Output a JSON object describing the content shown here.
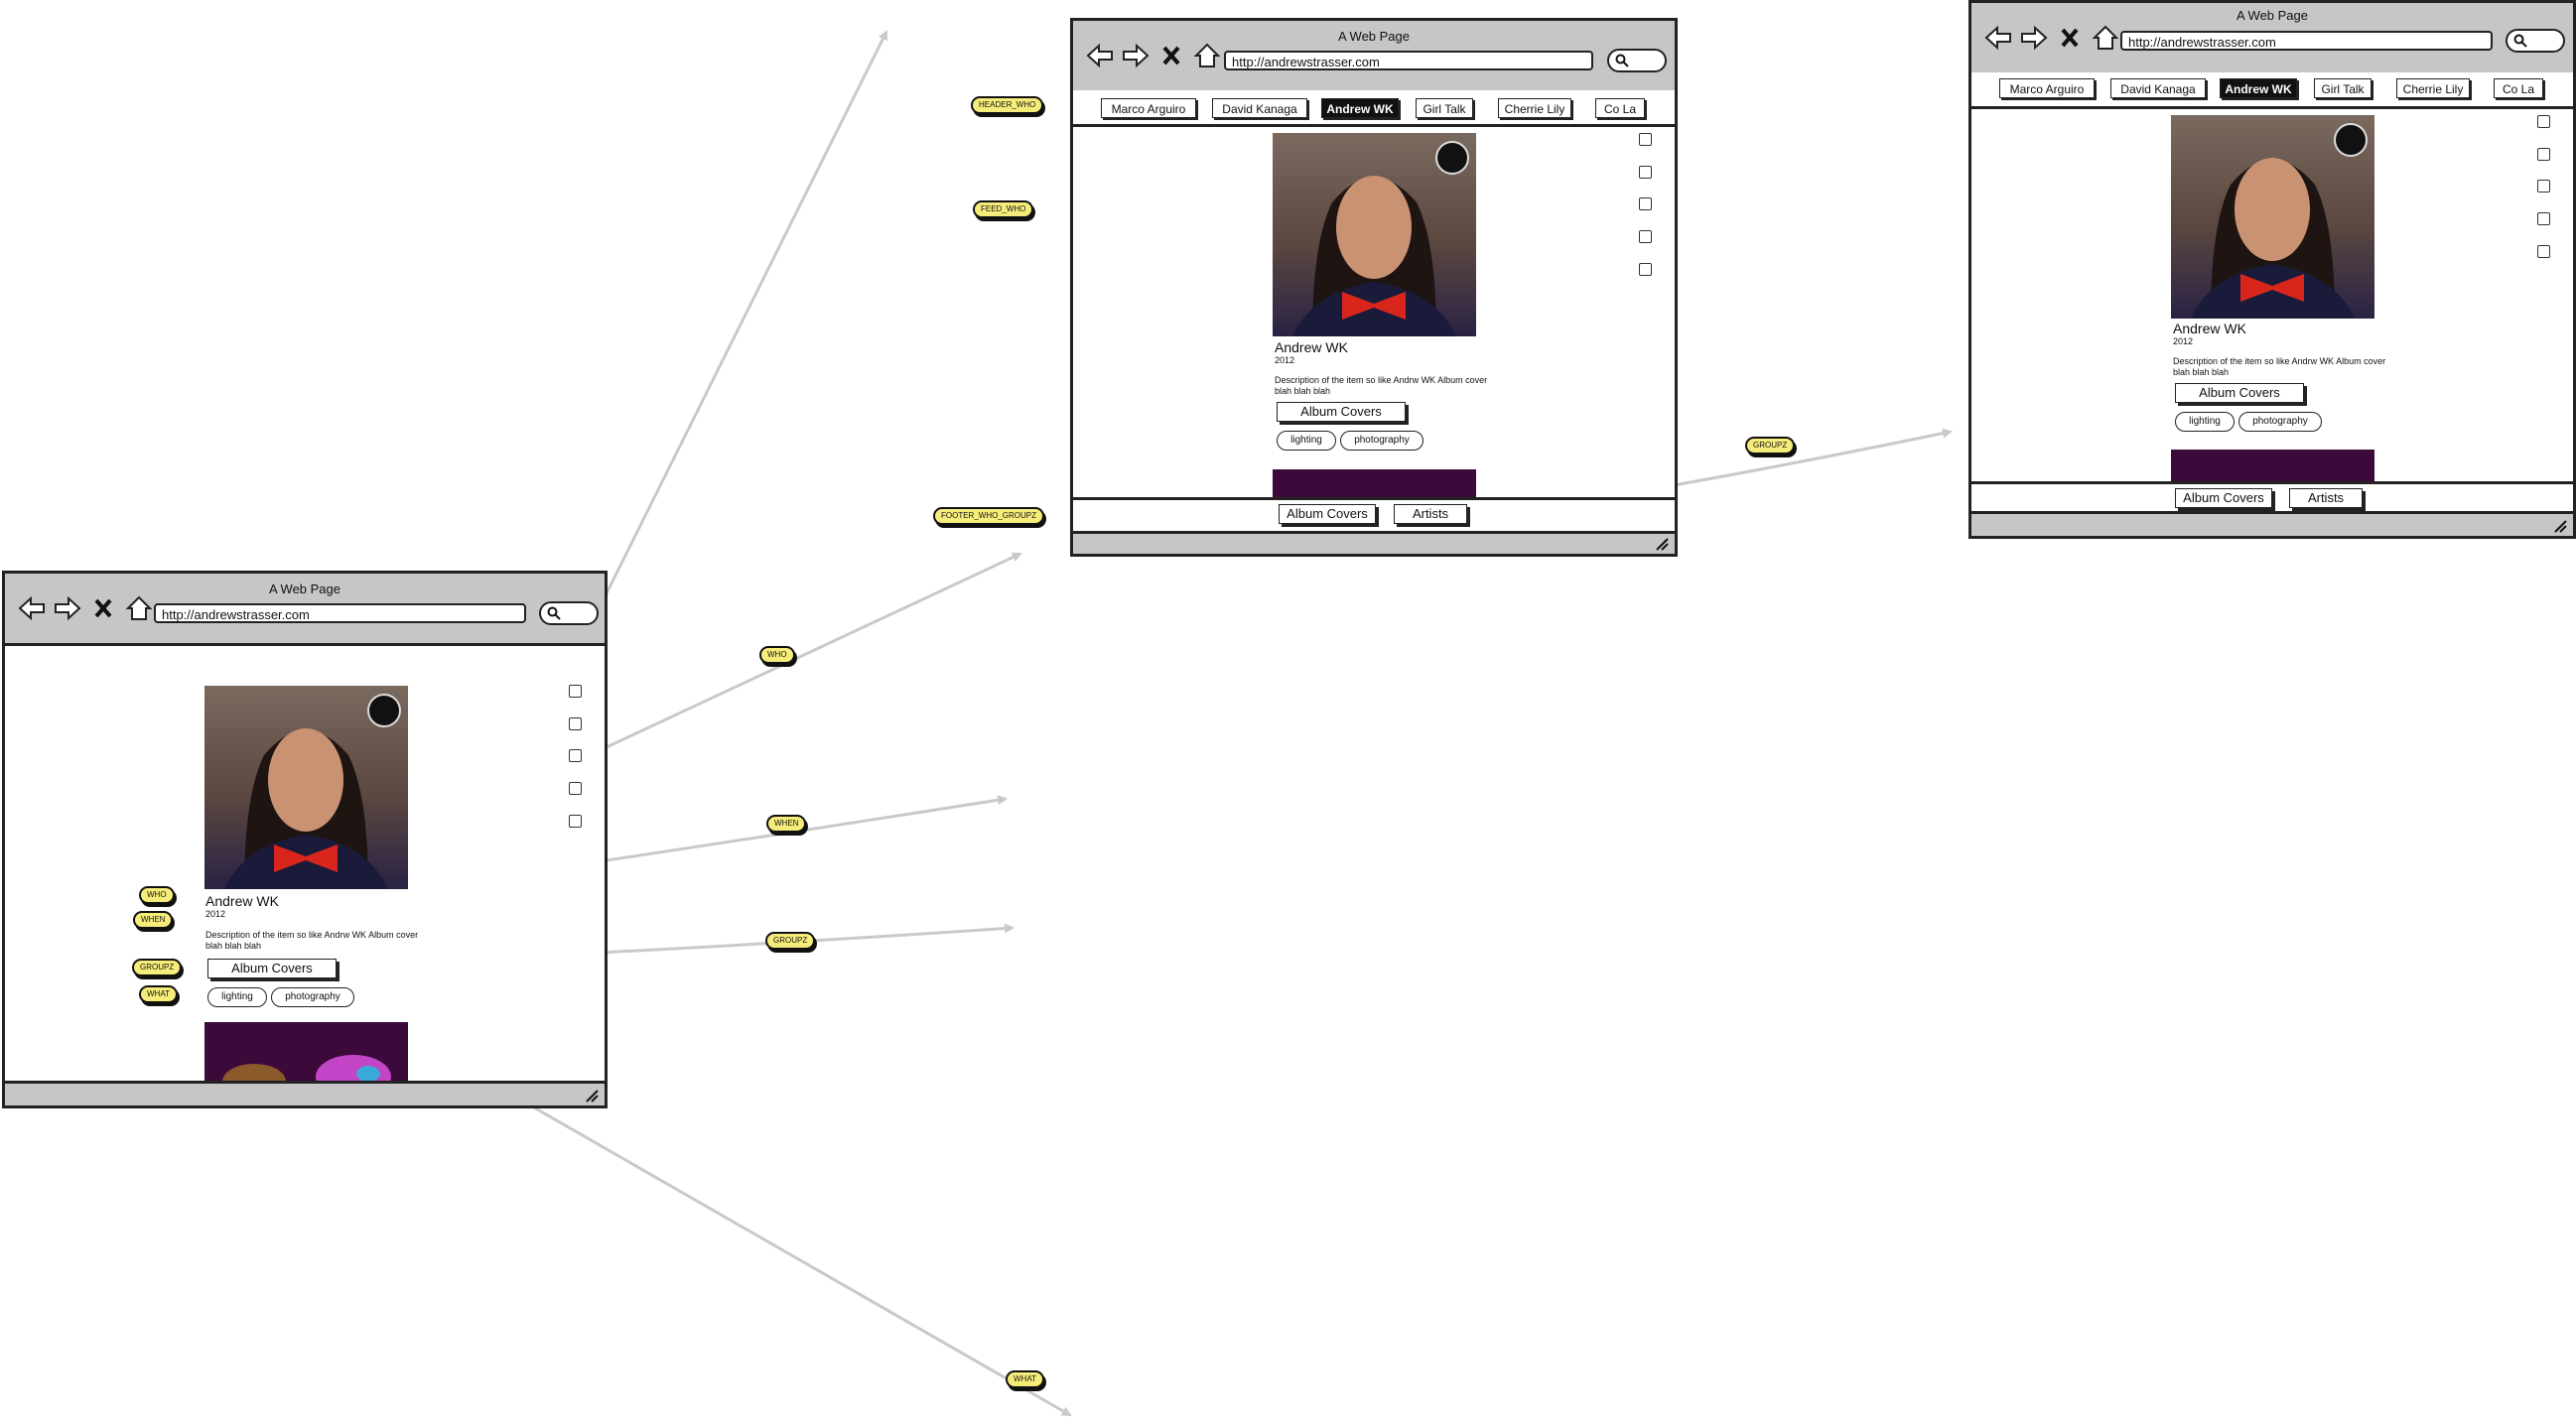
{
  "window_title": "A Web Page",
  "url": "http://andrewstrasser.com",
  "tabs": [
    "Marco Arguiro",
    "David Kanaga",
    "Andrew WK",
    "Girl Talk",
    "Cherrie Lily",
    "Co La"
  ],
  "active_tab": "Andrew WK",
  "item": {
    "name": "Andrew WK",
    "year": "2012",
    "description_line1": "Description of the item so like Andrw WK Album cover",
    "description_line2": "blah blah blah",
    "group_button": "Album Covers",
    "tags": [
      "lighting",
      "photography"
    ]
  },
  "footer": {
    "album_covers": "Album Covers",
    "artists": "Artists"
  },
  "annotations": {
    "who": "WHO",
    "when": "WHEN",
    "groupz": "GROUPZ",
    "what": "WHAT",
    "header_who": "HEADER_WHO",
    "feed_who": "FEED_WHO",
    "footer_who_groupz": "FOOTER_WHO_GROUPZ"
  },
  "colors": {
    "callout": "#f5ec7a",
    "chrome": "#c6c6c6",
    "arrow": "#c9c9c9",
    "album_art": "#3b0a3a",
    "active_tab": "#111111"
  }
}
